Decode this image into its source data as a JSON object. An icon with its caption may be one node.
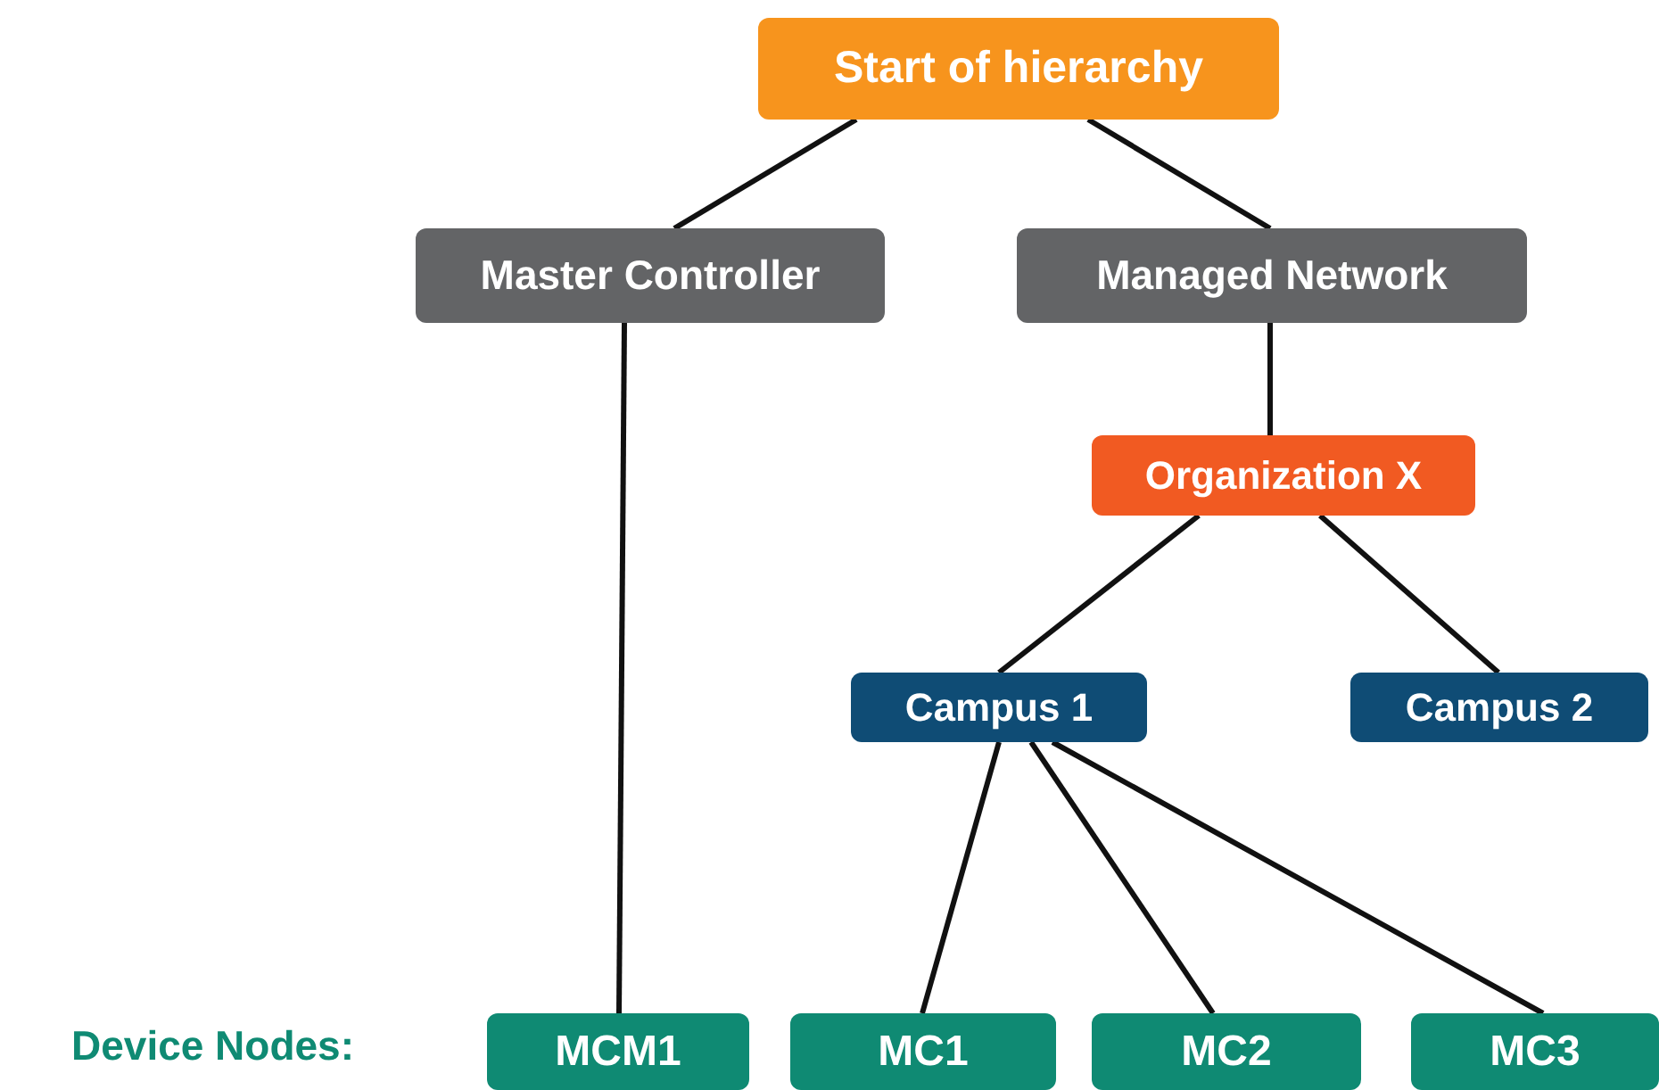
{
  "diagram": {
    "nodes": [
      {
        "text": [
          "Start of hierarchy"
        ]
      },
      {
        "text": [
          "Master Controller"
        ]
      },
      {
        "text": [
          "Managed Network"
        ]
      },
      {
        "text": [
          "Organization X"
        ]
      },
      {
        "text": [
          "Campus 1"
        ]
      },
      {
        "text": [
          "Campus 2"
        ]
      },
      {
        "text": [
          "MCM1"
        ]
      },
      {
        "text": [
          "MC1"
        ]
      },
      {
        "text": [
          "MC2"
        ]
      },
      {
        "text": [
          "MC3"
        ]
      }
    ],
    "edges": [
      {
        "from": 0,
        "to": 1,
        "arrow": "none"
      },
      {
        "from": 0,
        "to": 2,
        "arrow": "none"
      },
      {
        "from": 1,
        "to": 6,
        "arrow": "none"
      },
      {
        "from": 2,
        "to": 3,
        "arrow": "none"
      },
      {
        "from": 3,
        "to": 4,
        "arrow": "none"
      },
      {
        "from": 3,
        "to": 5,
        "arrow": "none"
      },
      {
        "from": 4,
        "to": 7,
        "arrow": "none"
      },
      {
        "from": 4,
        "to": 8,
        "arrow": "none"
      },
      {
        "from": 4,
        "to": 9,
        "arrow": "none"
      }
    ],
    "labels": [
      "Device Nodes:"
    ]
  }
}
